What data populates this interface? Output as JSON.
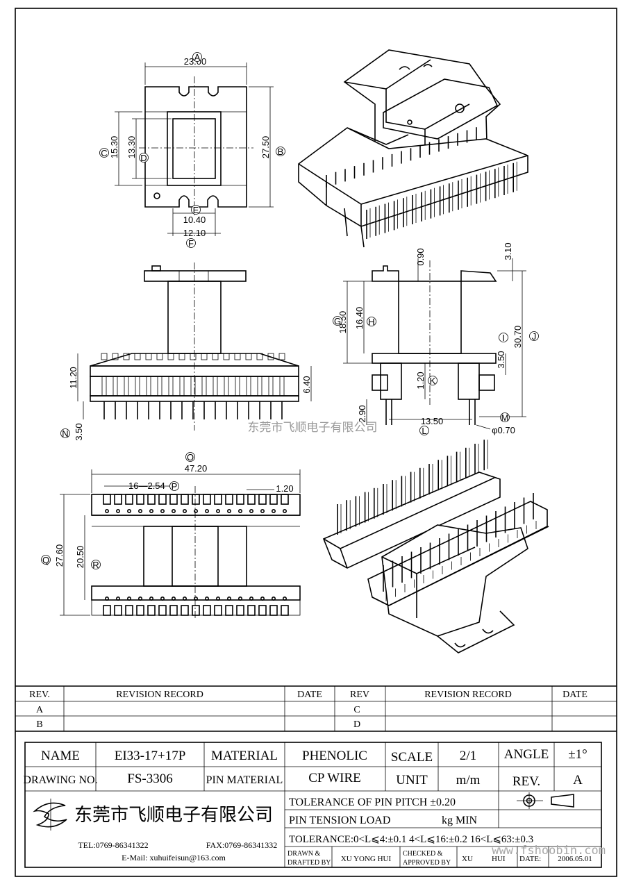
{
  "drawing": {
    "top_view": {
      "dims": [
        "23.00",
        "27.50",
        "15.30",
        "13.30",
        "10.40",
        "12.10"
      ],
      "refs": [
        "A",
        "B",
        "C",
        "D",
        "E",
        "F"
      ]
    },
    "side_view": {
      "dims": [
        "11.20",
        "6.40",
        "3.50"
      ],
      "refs": [
        "N"
      ]
    },
    "front_view": {
      "dims": [
        "0.90",
        "3.10",
        "18.50",
        "16.40",
        "30.70",
        "3.50",
        "1.20",
        "2.90",
        "13.50",
        "φ0.70"
      ],
      "refs": [
        "G",
        "H",
        "I",
        "J",
        "K",
        "L",
        "M"
      ]
    },
    "bottom_view": {
      "dims": [
        "47.20",
        "16—2.54",
        "1.20",
        "27.60",
        "20.50"
      ],
      "refs": [
        "O",
        "P",
        "Q",
        "R"
      ]
    },
    "watermark_company": "东莞市飞顺电子有限公司",
    "watermark_site": "www.fshoobin.com"
  },
  "revision_table": {
    "headers": [
      "REV.",
      "REVISION RECORD",
      "DATE",
      "REV",
      "REVISION RECORD",
      "DATE"
    ],
    "rows_left": [
      "A",
      "B"
    ],
    "rows_right": [
      "C",
      "D"
    ]
  },
  "title_block": {
    "name_label": "NAME",
    "name_value": "EI33-17+17P",
    "material_label": "MATERIAL",
    "material_value": "PHENOLIC",
    "scale_label": "SCALE",
    "scale_value": "2/1",
    "angle_label": "ANGLE",
    "angle_value": "±1°",
    "drawing_no_label": "DRAWING NO.",
    "drawing_no_value": "FS-3306",
    "pin_material_label": "PIN MATERIAL",
    "pin_material_value": "CP WIRE",
    "unit_label": "UNIT",
    "unit_value": "m/m",
    "rev_label": "REV.",
    "rev_value": "A",
    "company": "东莞市飞顺电子有限公司",
    "tel": "TEL:0769-86341322",
    "fax": "FAX:0769-86341332",
    "email": "E-Mail: xuhuifeisun@163.com",
    "tol_pitch": "TOLERANCE OF PIN PITCH ±0.20",
    "pin_tension": "PIN TENSION   LOAD",
    "pin_tension_unit": "kg MIN",
    "tolerance": "TOLERANCE:0<L⩽4:±0.1   4<L⩽16:±0.2   16<L⩽63:±0.3",
    "drawn_label_1": "DRAWN &",
    "drawn_label_2": "DRAFTED BY",
    "drawn_value": "XU YONG HUI",
    "checked_label_1": "CHECKED &",
    "checked_label_2": "APPROVED BY",
    "checked_value_1": "XU",
    "checked_value_2": "HUI",
    "date_label": "DATE:",
    "date_value": "2006.05.01"
  }
}
